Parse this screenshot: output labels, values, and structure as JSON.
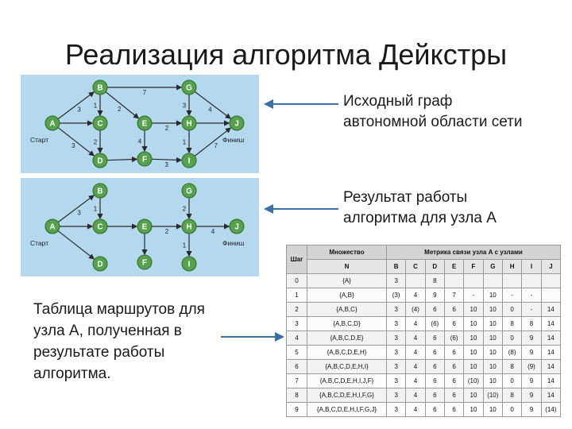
{
  "title": "Реализация алгоритма Дейкстры",
  "callouts": {
    "graph_line1": "Исходный граф",
    "graph_line2": "автономной области сети",
    "result_line1": "Результат работы",
    "result_line2": "алгоритма для узла А",
    "table_text": "Таблица маршрутов для узла А, полученная в результате работы алгоритма."
  },
  "graph_labels": {
    "start": "Старт",
    "finish": "Финиш"
  },
  "nodes": [
    {
      "id": "A",
      "label": "A"
    },
    {
      "id": "B",
      "label": "B"
    },
    {
      "id": "C",
      "label": "C"
    },
    {
      "id": "D",
      "label": "D"
    },
    {
      "id": "E",
      "label": "E"
    },
    {
      "id": "F",
      "label": "F"
    },
    {
      "id": "G",
      "label": "G"
    },
    {
      "id": "H",
      "label": "H"
    },
    {
      "id": "I",
      "label": "I"
    },
    {
      "id": "J",
      "label": "J"
    }
  ],
  "original_graph_edges": [
    {
      "from": "A",
      "to": "B",
      "weight": "3"
    },
    {
      "from": "B",
      "to": "G",
      "weight": "7"
    },
    {
      "from": "B",
      "to": "C",
      "weight": "1"
    },
    {
      "from": "B",
      "to": "E",
      "weight": "2"
    },
    {
      "from": "A",
      "to": "C",
      "weight": ""
    },
    {
      "from": "A",
      "to": "D",
      "weight": "3"
    },
    {
      "from": "C",
      "to": "D",
      "weight": "2"
    },
    {
      "from": "E",
      "to": "F",
      "weight": "4"
    },
    {
      "from": "E",
      "to": "H",
      "weight": "2"
    },
    {
      "from": "D",
      "to": "F",
      "weight": ""
    },
    {
      "from": "F",
      "to": "I",
      "weight": "3"
    },
    {
      "from": "G",
      "to": "H",
      "weight": "3"
    },
    {
      "from": "G",
      "to": "J",
      "weight": "4"
    },
    {
      "from": "H",
      "to": "J",
      "weight": ""
    },
    {
      "from": "H",
      "to": "I",
      "weight": "1"
    },
    {
      "from": "I",
      "to": "J",
      "weight": "7"
    }
  ],
  "result_graph_edges": [
    {
      "from": "A",
      "to": "B",
      "weight": "3"
    },
    {
      "from": "B",
      "to": "C",
      "weight": "1"
    },
    {
      "from": "A",
      "to": "C",
      "weight": ""
    },
    {
      "from": "A",
      "to": "D",
      "weight": ""
    },
    {
      "from": "C",
      "to": "E",
      "weight": ""
    },
    {
      "from": "E",
      "to": "F",
      "weight": ""
    },
    {
      "from": "E",
      "to": "H",
      "weight": "2"
    },
    {
      "from": "H",
      "to": "I",
      "weight": "1"
    },
    {
      "from": "G",
      "to": "H",
      "weight": "2"
    },
    {
      "from": "H",
      "to": "J",
      "weight": "4"
    }
  ],
  "table": {
    "header_top": [
      "Шаг",
      "Множество",
      "Метрика связи узла А с узлами"
    ],
    "header_sub": [
      "N",
      "B",
      "C",
      "D",
      "E",
      "F",
      "G",
      "H",
      "I",
      "J"
    ],
    "rows": [
      [
        "0",
        "{A}",
        "3",
        "",
        "8",
        "",
        "",
        "",
        "",
        "",
        ""
      ],
      [
        "1",
        "{A,B}",
        "(3)",
        "4",
        "9",
        "7",
        "-",
        "10",
        "-",
        "-",
        ""
      ],
      [
        "2",
        "{A,B,C}",
        "3",
        "(4)",
        "6",
        "6",
        "10",
        "10",
        "0",
        "-",
        "14"
      ],
      [
        "3",
        "{A,B,C,D}",
        "3",
        "4",
        "(6)",
        "6",
        "10",
        "10",
        "8",
        "8",
        "14"
      ],
      [
        "4",
        "{A,B,C,D,E}",
        "3",
        "4",
        "6",
        "(6)",
        "10",
        "10",
        "0",
        "9",
        "14"
      ],
      [
        "5",
        "{A,B,C,D,E,H}",
        "3",
        "4",
        "6",
        "6",
        "10",
        "10",
        "(8)",
        "9",
        "14"
      ],
      [
        "6",
        "{A,B,C,D,E,H,I}",
        "3",
        "4",
        "6",
        "6",
        "10",
        "10",
        "8",
        "(9)",
        "14"
      ],
      [
        "7",
        "{A,B,C,D,E,H,I,J,F}",
        "3",
        "4",
        "6",
        "6",
        "(10)",
        "10",
        "0",
        "9",
        "14"
      ],
      [
        "8",
        "{A,B,C,D,E,H,I,F,G}",
        "3",
        "4",
        "6",
        "6",
        "10",
        "(10)",
        "8",
        "9",
        "14"
      ],
      [
        "9",
        "{A,B,C,D,E,H,I,F,G,J}",
        "3",
        "4",
        "6",
        "6",
        "10",
        "10",
        "0",
        "9",
        "(14)"
      ]
    ]
  },
  "colors": {
    "panel_bg": "#b4d8ee",
    "node_fill": "#56a14b",
    "node_stroke": "#2f6a2b",
    "edge": "#2a2a2a",
    "arrow": "#3b6fa8"
  }
}
